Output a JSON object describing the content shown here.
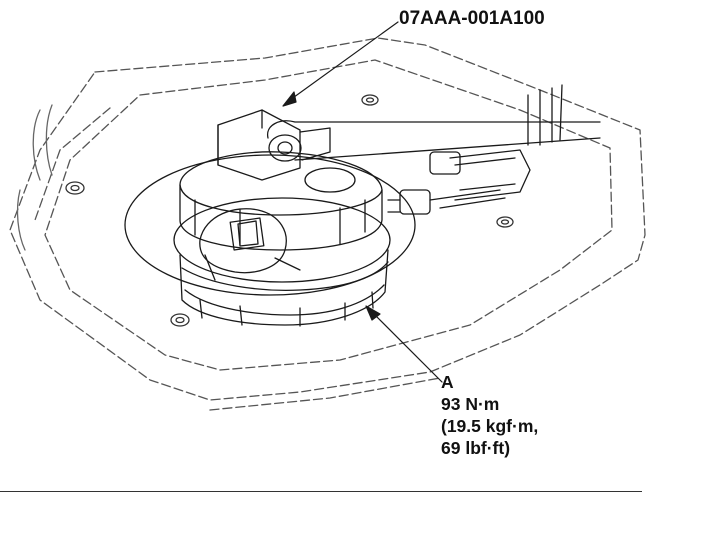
{
  "diagram": {
    "tool_label": "07AAA-001A100",
    "part_callout": {
      "letter": "A",
      "torque_nm": "93 N·m",
      "torque_kgfm": "(19.5 kgf·m,",
      "torque_lbfft": "69 lbf·ft)"
    },
    "colors": {
      "line": "#1a1a1a",
      "background": "#ffffff"
    }
  }
}
